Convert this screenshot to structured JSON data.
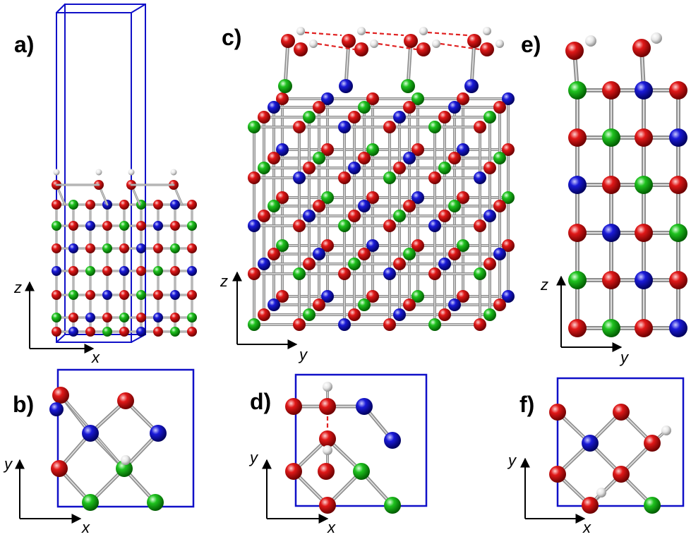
{
  "colors": {
    "atom_red": "#e01818",
    "atom_blue": "#1a1ad8",
    "atom_green": "#1fc21f",
    "atom_white": "#f2f2f2",
    "bond": "#9a9a9a",
    "cell": "#1010c8",
    "hbond": "#e02020"
  },
  "panels": [
    {
      "id": "a",
      "label": "a)",
      "axes": {
        "h": "x",
        "v": "z"
      }
    },
    {
      "id": "b",
      "label": "b)",
      "axes": {
        "h": "x",
        "v": "y"
      }
    },
    {
      "id": "c",
      "label": "c)",
      "axes": {
        "h": "y",
        "v": "z"
      }
    },
    {
      "id": "d",
      "label": "d)",
      "axes": {
        "h": "x",
        "v": "y"
      }
    },
    {
      "id": "e",
      "label": "e)",
      "axes": {
        "h": "y",
        "v": "z"
      }
    },
    {
      "id": "f",
      "label": "f)",
      "axes": {
        "h": "x",
        "v": "y"
      }
    }
  ]
}
